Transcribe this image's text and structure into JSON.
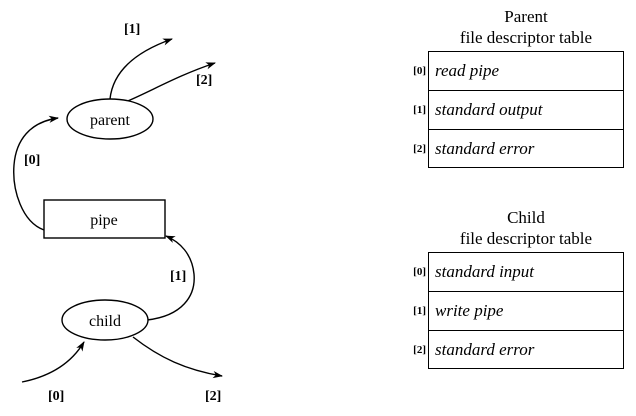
{
  "diagram": {
    "nodes": [
      {
        "id": "parent",
        "label": "parent",
        "shape": "ellipse"
      },
      {
        "id": "pipe",
        "label": "pipe",
        "shape": "rectangle"
      },
      {
        "id": "child",
        "label": "child",
        "shape": "ellipse"
      }
    ],
    "edge_labels": {
      "parent_stdout": "[1]",
      "parent_stderr": "[2]",
      "parent_readpipe": "[0]",
      "child_writepipe": "[1]",
      "child_stdin": "[0]",
      "child_stderr": "[2]"
    }
  },
  "tables": [
    {
      "id": "parent-table",
      "heading_line1": "Parent",
      "heading_line2": "file descriptor table",
      "rows": [
        {
          "index": "[0]",
          "value": "read pipe"
        },
        {
          "index": "[1]",
          "value": "standard output"
        },
        {
          "index": "[2]",
          "value": "standard error"
        }
      ]
    },
    {
      "id": "child-table",
      "heading_line1": "Child",
      "heading_line2": "file descriptor table",
      "rows": [
        {
          "index": "[0]",
          "value": "standard input"
        },
        {
          "index": "[1]",
          "value": "write pipe"
        },
        {
          "index": "[2]",
          "value": "standard error"
        }
      ]
    }
  ],
  "colors": {
    "background": "#ffffff",
    "stroke": "#000000",
    "text": "#000000"
  }
}
